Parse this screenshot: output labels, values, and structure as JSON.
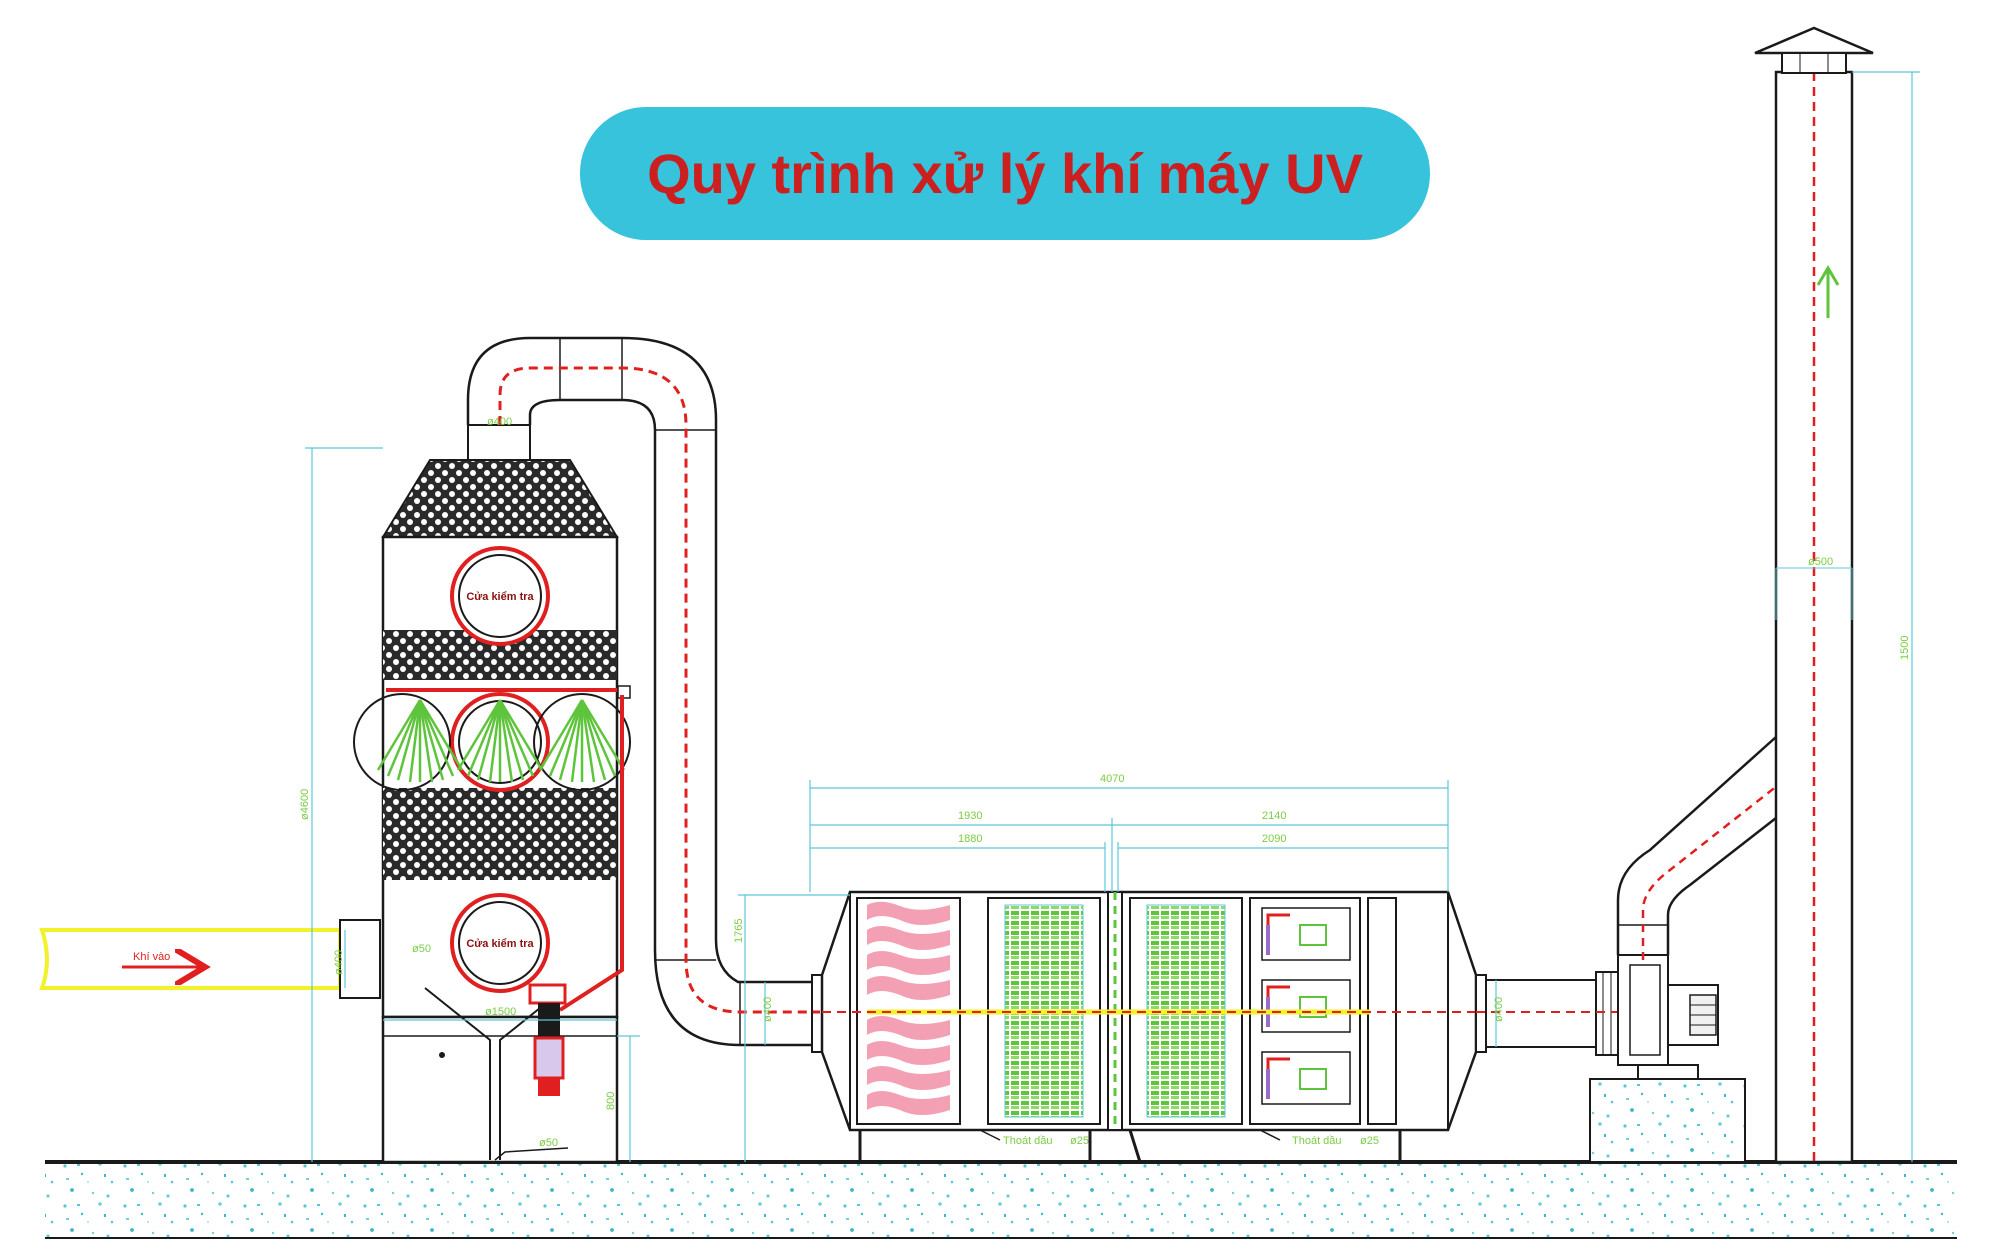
{
  "title": "Quy trình xử lý khí máy UV",
  "colors": {
    "title_bg": "#37c3dc",
    "title_text": "#cc1f1f",
    "outline": "#1a1a1a",
    "dimension": "#5cc8d8",
    "dimension_text": "#7ccc44",
    "flow_line": "#e02020",
    "spray": "#5ec43c",
    "inlet_duct": "#f2f22a",
    "carbon_filter": "#f4a0b4",
    "ground_speckle": "#55c8d8"
  },
  "labels": {
    "inspection_door_top": "Cửa kiểm tra",
    "inspection_door_bottom": "Cửa kiểm tra",
    "inlet": "Khí vào",
    "oil_drain_1": "Thoát dầu",
    "oil_drain_2": "Thoát dầu"
  },
  "dimensions": {
    "tower_height": "ø4600",
    "tower_outlet": "ø400",
    "tower_diameter": "ø1500",
    "inlet_diameter": "ø400",
    "pipe_50_a": "ø50",
    "pipe_50_b": "ø50",
    "base_height": "800",
    "uv_inlet_height": "1765",
    "uv_inlet_diameter": "ø400",
    "uv_total_length": "4070",
    "uv_left_outer": "1930",
    "uv_right_outer": "2140",
    "uv_left_inner": "1880",
    "uv_right_inner": "2090",
    "uv_outlet_diameter": "ø400",
    "drain_diameter_1": "ø25",
    "drain_diameter_2": "ø25",
    "stack_diameter": "ø500",
    "stack_height": "1500"
  },
  "icons": [
    "flow-arrow-icon",
    "up-arrow-icon",
    "spray-nozzle-icon",
    "pump-icon",
    "fan-icon",
    "chimney-cap-icon"
  ]
}
